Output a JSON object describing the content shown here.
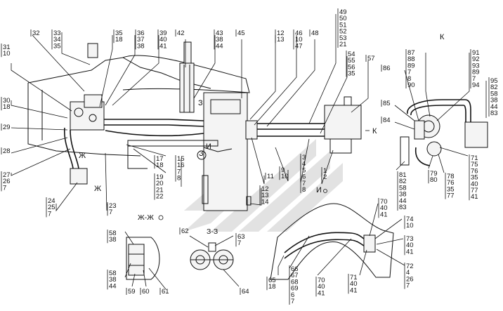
{
  "section_marks": {
    "view_k": "К",
    "arrow_k": "К",
    "arrow_zh": "Ж",
    "arrow_zh2": "Ж",
    "arrow_z": "З",
    "arrow_z2": "З",
    "arrow_i": "И",
    "arrow_i2": "И",
    "view_zh": "Ж-Ж",
    "view_z": "З-З",
    "view_i": "И"
  },
  "callouts": [
    {
      "lines": [
        "32"
      ]
    },
    {
      "lines": [
        "33",
        "34",
        "35"
      ]
    },
    {
      "lines": [
        "35",
        "18"
      ]
    },
    {
      "lines": [
        "36",
        "37",
        "38"
      ]
    },
    {
      "lines": [
        "39",
        "40",
        "41"
      ]
    },
    {
      "lines": [
        "42"
      ]
    },
    {
      "lines": [
        "43",
        "38",
        "44"
      ]
    },
    {
      "lines": [
        "45"
      ]
    },
    {
      "lines": [
        "12",
        "13"
      ]
    },
    {
      "lines": [
        "46",
        "10",
        "47"
      ]
    },
    {
      "lines": [
        "48"
      ]
    },
    {
      "lines": [
        "49",
        "50",
        "51",
        "52",
        "53",
        "21"
      ]
    },
    {
      "lines": [
        "54",
        "55",
        "56",
        "35"
      ]
    },
    {
      "lines": [
        "57"
      ]
    },
    {
      "lines": [
        "31",
        "10"
      ]
    },
    {
      "lines": [
        "30",
        "18"
      ]
    },
    {
      "lines": [
        "29"
      ]
    },
    {
      "lines": [
        "28"
      ]
    },
    {
      "lines": [
        "27",
        "26",
        "7"
      ]
    },
    {
      "lines": [
        "24",
        "25",
        "7"
      ]
    },
    {
      "lines": [
        "23",
        "7"
      ]
    },
    {
      "lines": [
        "17",
        "18"
      ]
    },
    {
      "lines": [
        "19",
        "20",
        "21",
        "22"
      ]
    },
    {
      "lines": [
        "15",
        "16",
        "7",
        "8"
      ]
    },
    {
      "lines": [
        "9",
        "10"
      ]
    },
    {
      "lines": [
        "11"
      ]
    },
    {
      "lines": [
        "3",
        "4",
        "5",
        "6",
        "7",
        "8"
      ]
    },
    {
      "lines": [
        "12",
        "13",
        "14"
      ]
    },
    {
      "lines": [
        "1",
        "2"
      ]
    },
    {
      "lines": [
        "86"
      ]
    },
    {
      "lines": [
        "87",
        "88",
        "89",
        "7",
        "8",
        "90"
      ]
    },
    {
      "lines": [
        "91",
        "92",
        "93",
        "89",
        "7",
        "94"
      ]
    },
    {
      "lines": [
        "95",
        "82",
        "58",
        "38",
        "44",
        "83"
      ]
    },
    {
      "lines": [
        "85"
      ]
    },
    {
      "lines": [
        "84"
      ]
    },
    {
      "lines": [
        "81",
        "82",
        "58",
        "38",
        "44",
        "83"
      ]
    },
    {
      "lines": [
        "79",
        "80"
      ]
    },
    {
      "lines": [
        "78",
        "76",
        "35",
        "77"
      ]
    },
    {
      "lines": [
        "71",
        "75",
        "76",
        "35",
        "40",
        "77",
        "41"
      ]
    },
    {
      "lines": [
        "70",
        "40",
        "41"
      ]
    },
    {
      "lines": [
        "74",
        "10"
      ]
    },
    {
      "lines": [
        "73",
        "40",
        "41"
      ]
    },
    {
      "lines": [
        "72",
        "4",
        "26",
        "7"
      ]
    },
    {
      "lines": [
        "71",
        "40",
        "41"
      ]
    },
    {
      "lines": [
        "70",
        "40",
        "41"
      ]
    },
    {
      "lines": [
        "66",
        "67",
        "68",
        "69",
        "6",
        "7"
      ]
    },
    {
      "lines": [
        "65",
        "18"
      ]
    },
    {
      "lines": [
        "58",
        "38"
      ]
    },
    {
      "lines": [
        "58",
        "38",
        "44"
      ]
    },
    {
      "lines": [
        "59"
      ]
    },
    {
      "lines": [
        "60"
      ]
    },
    {
      "lines": [
        "61"
      ]
    },
    {
      "lines": [
        "62"
      ]
    },
    {
      "lines": [
        "63",
        "7"
      ]
    },
    {
      "lines": [
        "64"
      ]
    }
  ]
}
